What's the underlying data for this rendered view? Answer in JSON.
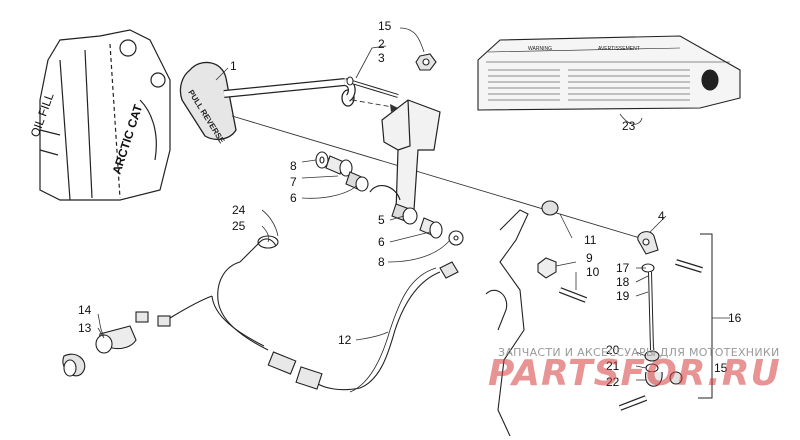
{
  "callouts": {
    "c1": "1",
    "c2": "2",
    "c3": "3",
    "c4": "4",
    "c5": "5",
    "c6a": "6",
    "c6b": "6",
    "c7": "7",
    "c8a": "8",
    "c8b": "8",
    "c9": "9",
    "c10": "10",
    "c11": "11",
    "c12": "12",
    "c13": "13",
    "c14": "14",
    "c15a": "15",
    "c15b": "15",
    "c16": "16",
    "c17": "17",
    "c18": "18",
    "c19": "19",
    "c20": "20",
    "c21": "21",
    "c22": "22",
    "c23": "23",
    "c24": "24",
    "c25": "25"
  },
  "decal_lettering": [
    "WARNING",
    "AVERTISSEMENT"
  ],
  "handle_lettering": "PULL REVERSE",
  "engine_lettering": [
    "OIL FILL",
    "ARCTIC CAT"
  ],
  "watermark": {
    "text": "ЗАПЧАСТИ И АКСЕССУАРЫ ДЛЯ МОТОТЕХНИКИ",
    "logo": "PARTSFOR.RU",
    "color": "#d63c3c"
  }
}
